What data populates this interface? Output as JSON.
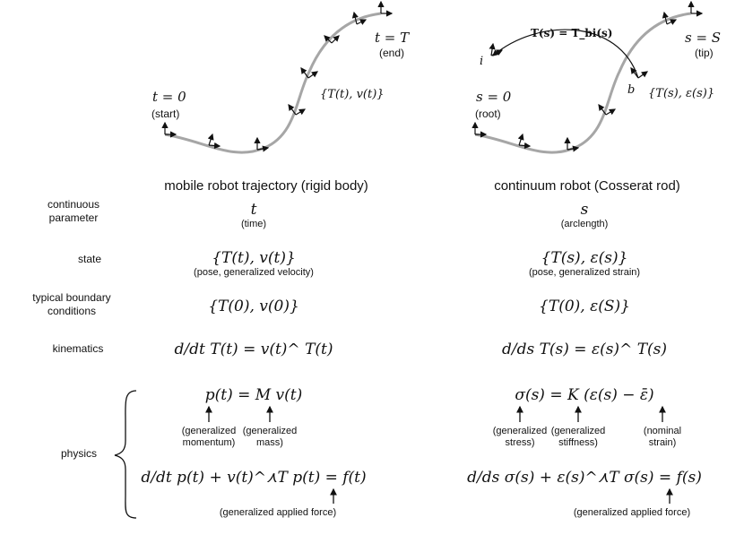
{
  "left_panel": {
    "start_param": "t = 0",
    "start_label": "(start)",
    "end_param": "t = T",
    "end_label": "(end)",
    "frame_label": "{T(t), v(t)}",
    "title": "mobile robot trajectory (rigid body)"
  },
  "right_panel": {
    "root_param": "s = 0",
    "root_label": "(root)",
    "tip_param": "s = S",
    "tip_label": "(tip)",
    "frame_label": "{T(s), ε(s)}",
    "transform_label": "T(s) = T_bi(s)",
    "point_i": "i",
    "point_b": "b",
    "title": "continuum robot (Cosserat rod)"
  },
  "rows": {
    "param_label_1": "continuous",
    "param_label_2": "parameter",
    "param_left": "t",
    "param_left_note": "(time)",
    "param_right": "s",
    "param_right_note": "(arclength)",
    "state_label": "state",
    "state_left": "{T(t), v(t)}",
    "state_left_note": "(pose, generalized velocity)",
    "state_right": "{T(s), ε(s)}",
    "state_right_note": "(pose, generalized strain)",
    "bc_label_1": "typical boundary",
    "bc_label_2": "conditions",
    "bc_left": "{T(0), v(0)}",
    "bc_right": "{T(0), ε(S)}",
    "kin_label": "kinematics",
    "kin_left": "d/dt T(t) = v(t)^ T(t)",
    "kin_right": "d/ds T(s) = ε(s)^ T(s)",
    "physics_label": "physics",
    "phys1_left": "p(t) = M v(t)",
    "phys1_left_note_a_1": "(generalized",
    "phys1_left_note_a_2": "momentum)",
    "phys1_left_note_b_1": "(generalized",
    "phys1_left_note_b_2": "mass)",
    "phys1_right": "σ(s) = K (ε(s) − ε̄)",
    "phys1_right_note_a_1": "(generalized",
    "phys1_right_note_a_2": "stress)",
    "phys1_right_note_b_1": "(generalized",
    "phys1_right_note_b_2": "stiffness)",
    "phys1_right_note_c_1": "(nominal",
    "phys1_right_note_c_2": "strain)",
    "phys2_left": "d/dt p(t) + v(t)^⋏T p(t) = f(t)",
    "phys2_left_note": "(generalized applied force)",
    "phys2_right": "d/ds σ(s) + ε(s)^⋏T σ(s) = f(s)",
    "phys2_right_note": "(generalized applied force)"
  },
  "colors": {
    "curve": "#a6a6a6",
    "ink": "#111111"
  }
}
